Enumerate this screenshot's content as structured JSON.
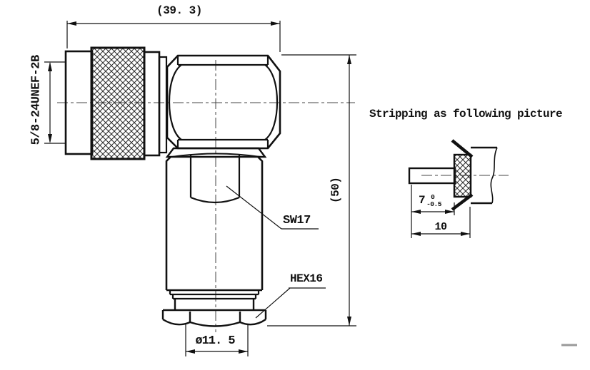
{
  "page": {
    "background": "#ffffff",
    "line_color": "#111111",
    "centerline_color": "#444444"
  },
  "main_view": {
    "dim_width": "(39. 3)",
    "dim_height": "(50)",
    "thread_label": "5/8-24UNEF-2B",
    "wrench_label": "SW17",
    "hex_nut_label": "HEX16",
    "diameter_label": "ø11. 5"
  },
  "stripping_view": {
    "title": "Stripping as following picture",
    "strip_length": "7",
    "strip_tol_upper": "0",
    "strip_tol_lower": "-0.5",
    "total_length": "10"
  }
}
